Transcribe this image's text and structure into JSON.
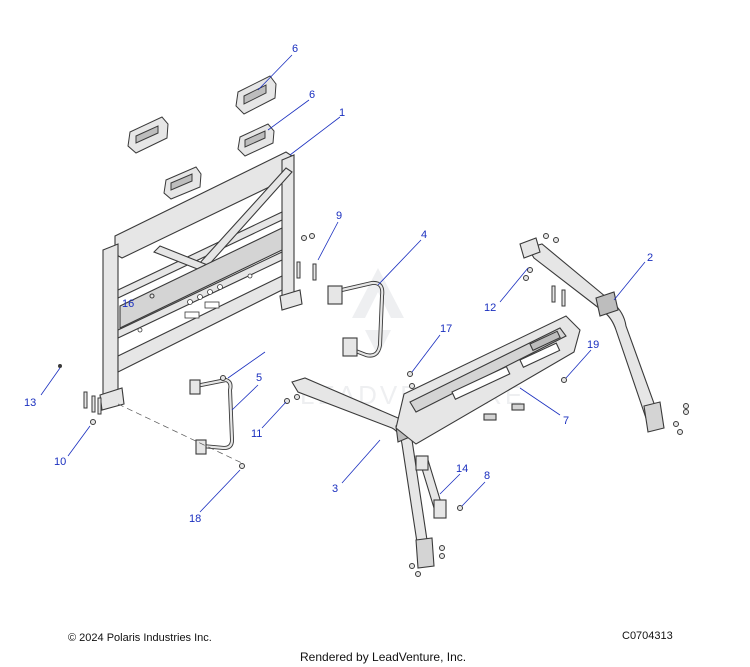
{
  "callouts": [
    {
      "id": "c1",
      "label": "1"
    },
    {
      "id": "c2",
      "label": "2"
    },
    {
      "id": "c3",
      "label": "3"
    },
    {
      "id": "c4",
      "label": "4"
    },
    {
      "id": "c5",
      "label": "5"
    },
    {
      "id": "c6a",
      "label": "6"
    },
    {
      "id": "c6b",
      "label": "6"
    },
    {
      "id": "c7",
      "label": "7"
    },
    {
      "id": "c8",
      "label": "8"
    },
    {
      "id": "c9",
      "label": "9"
    },
    {
      "id": "c10",
      "label": "10"
    },
    {
      "id": "c11",
      "label": "11"
    },
    {
      "id": "c12",
      "label": "12"
    },
    {
      "id": "c13",
      "label": "13"
    },
    {
      "id": "c14",
      "label": "14"
    },
    {
      "id": "c16",
      "label": "16"
    },
    {
      "id": "c17",
      "label": "17"
    },
    {
      "id": "c18",
      "label": "18"
    },
    {
      "id": "c19",
      "label": "19"
    }
  ],
  "footer": {
    "copyright": "© 2024 Polaris Industries Inc.",
    "diagram_code": "C0704313",
    "rendered_by": "Rendered by LeadVenture, Inc."
  },
  "colors": {
    "callout": "#1a2fbf",
    "part_stroke": "#3a3a3a",
    "part_fill": "#e6e6e6",
    "part_shade": "#bdbdbd",
    "watermark": "#cfd3d8"
  }
}
